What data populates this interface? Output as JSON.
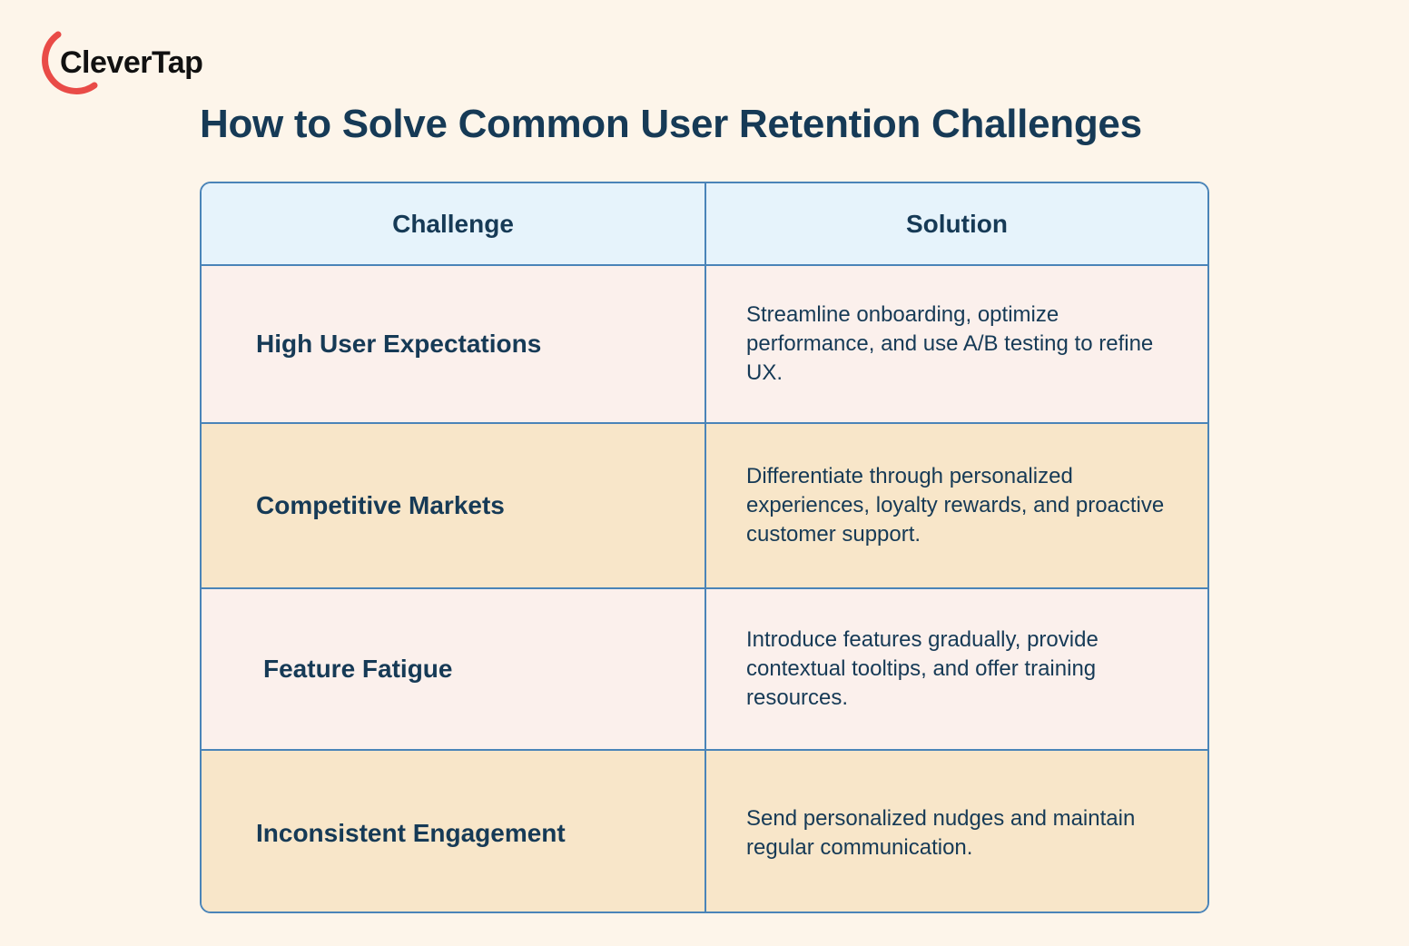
{
  "brand": {
    "name": "CleverTap",
    "accent_color": "#e94b47",
    "icon": "brand-arc-icon"
  },
  "title": "How to Solve Common User Retention Challenges",
  "table": {
    "headers": [
      "Challenge",
      "Solution"
    ],
    "rows": [
      {
        "challenge": "High User Expectations",
        "solution": "Streamline onboarding, optimize performance, and use A/B testing to refine UX."
      },
      {
        "challenge": "Competitive Markets",
        "solution": "Differentiate through personalized experiences, loyalty rewards, and proactive customer support."
      },
      {
        "challenge": "Feature Fatigue",
        "solution": "Introduce features gradually, provide contextual tooltips, and offer training resources."
      },
      {
        "challenge": "Inconsistent Engagement",
        "solution": "Send personalized nudges and maintain regular communication."
      }
    ]
  },
  "colors": {
    "background": "#fdf5ea",
    "text": "#163a56",
    "border": "#4a84b8",
    "header_bg": "#e6f3fb",
    "row_light": "#fbf0ec",
    "row_dark": "#f8e6c9"
  }
}
